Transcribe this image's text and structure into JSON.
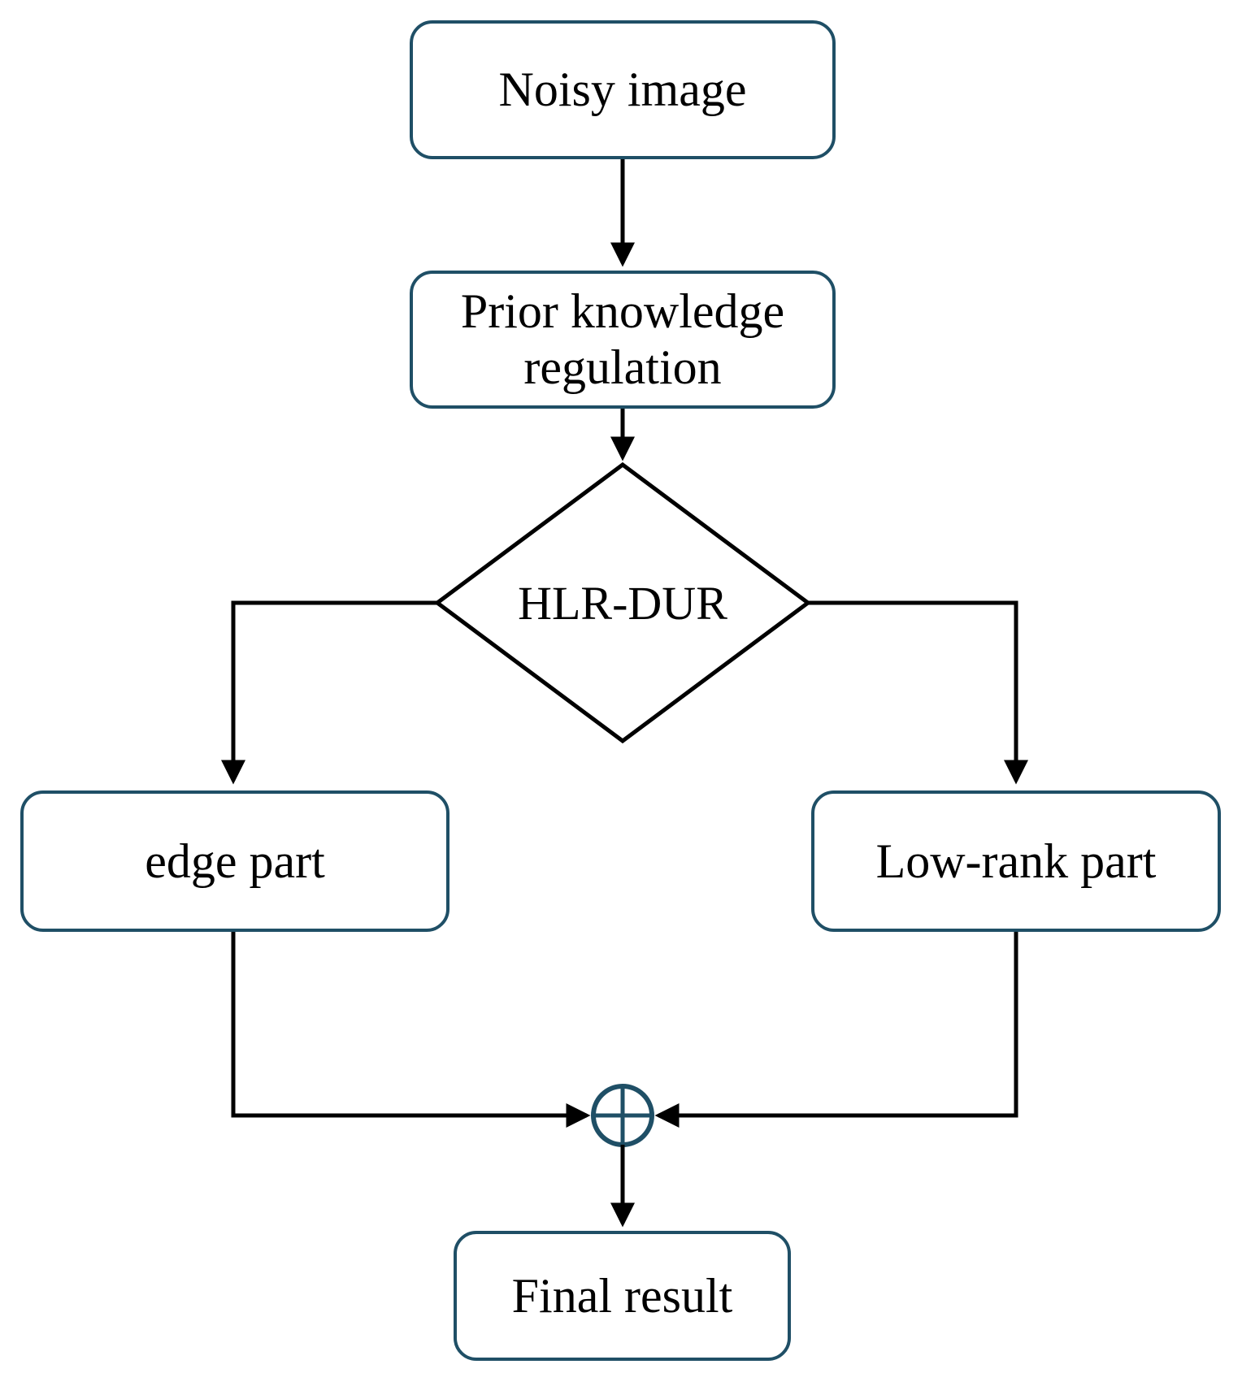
{
  "diagram": {
    "type": "flowchart",
    "nodes": {
      "noisy_image": {
        "label": "Noisy image",
        "shape": "rounded-rect"
      },
      "prior_knowledge": {
        "label": "Prior knowledge regulation",
        "shape": "rounded-rect"
      },
      "decision": {
        "label": "HLR-DUR",
        "shape": "diamond"
      },
      "edge_part": {
        "label": "edge part",
        "shape": "rounded-rect"
      },
      "low_rank_part": {
        "label": "Low-rank part",
        "shape": "rounded-rect"
      },
      "sum": {
        "icon": "circled-plus-icon",
        "shape": "circle-plus"
      },
      "final_result": {
        "label": "Final result",
        "shape": "rounded-rect"
      }
    },
    "edges": [
      {
        "from": "noisy_image",
        "to": "prior_knowledge"
      },
      {
        "from": "prior_knowledge",
        "to": "decision"
      },
      {
        "from": "decision",
        "to": "edge_part"
      },
      {
        "from": "decision",
        "to": "low_rank_part"
      },
      {
        "from": "edge_part",
        "to": "sum"
      },
      {
        "from": "low_rank_part",
        "to": "sum"
      },
      {
        "from": "sum",
        "to": "final_result"
      }
    ],
    "colors": {
      "node_border": "#1f4f66",
      "flow_line": "#000000",
      "text": "#000000",
      "background": "#ffffff"
    }
  }
}
